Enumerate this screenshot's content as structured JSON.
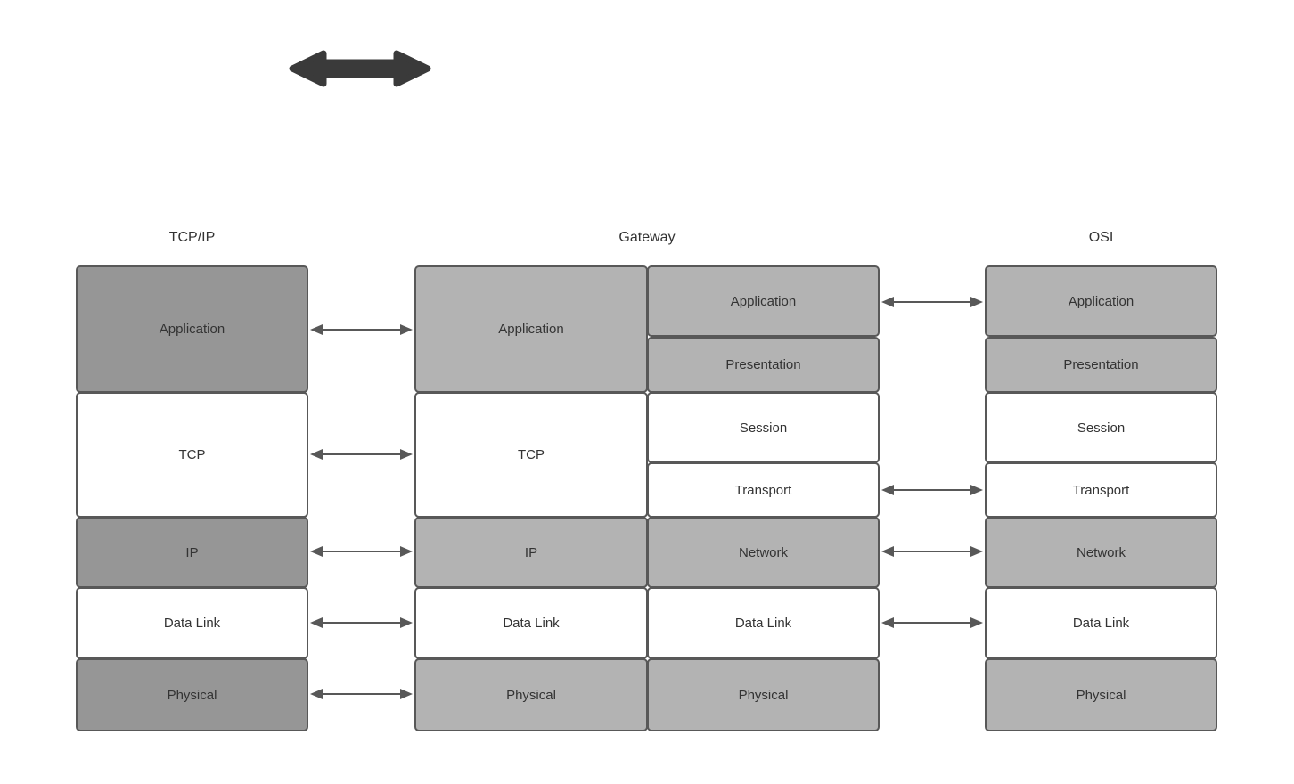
{
  "diagram": {
    "title_top_arrow": "bidirectional-arrow",
    "colors": {
      "dark_gray_fill": "#969696",
      "light_gray_fill": "#b3b3b3",
      "white_fill": "#ffffff",
      "border": "#585858",
      "text": "#333333",
      "block_arrow": "#3a3a3a",
      "background": "#ffffff"
    },
    "columns": [
      {
        "id": "tcpip",
        "title": "TCP/IP",
        "layers": [
          {
            "label": "Application",
            "fill": "dark"
          },
          {
            "label": "TCP",
            "fill": "white"
          },
          {
            "label": "IP",
            "fill": "dark"
          },
          {
            "label": "Data Link",
            "fill": "white"
          },
          {
            "label": "Physical",
            "fill": "dark"
          }
        ]
      },
      {
        "id": "gateway",
        "title": "Gateway",
        "left_sub": [
          {
            "label": "Application",
            "fill": "light"
          },
          {
            "label": "TCP",
            "fill": "white"
          },
          {
            "label": "IP",
            "fill": "light"
          },
          {
            "label": "Data Link",
            "fill": "white"
          },
          {
            "label": "Physical",
            "fill": "light"
          }
        ],
        "right_sub": [
          {
            "label": "Application",
            "fill": "light"
          },
          {
            "label": "Presentation",
            "fill": "light"
          },
          {
            "label": "Session",
            "fill": "white"
          },
          {
            "label": "Transport",
            "fill": "white"
          },
          {
            "label": "Network",
            "fill": "light"
          },
          {
            "label": "Data Link",
            "fill": "white"
          },
          {
            "label": "Physical",
            "fill": "light"
          }
        ]
      },
      {
        "id": "osi",
        "title": "OSI",
        "layers": [
          {
            "label": "Application",
            "fill": "light"
          },
          {
            "label": "Presentation",
            "fill": "light"
          },
          {
            "label": "Session",
            "fill": "white"
          },
          {
            "label": "Transport",
            "fill": "white"
          },
          {
            "label": "Network",
            "fill": "light"
          },
          {
            "label": "Data Link",
            "fill": "white"
          },
          {
            "label": "Physical",
            "fill": "light"
          }
        ]
      }
    ],
    "left_connectors": [
      {
        "name": "connector-application",
        "icon": "double-arrow-icon"
      },
      {
        "name": "connector-tcp",
        "icon": "double-arrow-icon"
      },
      {
        "name": "connector-ip",
        "icon": "double-arrow-icon"
      },
      {
        "name": "connector-data-link",
        "icon": "double-arrow-icon"
      },
      {
        "name": "connector-physical",
        "icon": "double-arrow-icon"
      }
    ],
    "right_connectors": [
      {
        "name": "connector-application",
        "icon": "double-arrow-icon"
      },
      {
        "name": "connector-transport",
        "icon": "double-arrow-icon"
      },
      {
        "name": "connector-network",
        "icon": "double-arrow-icon"
      },
      {
        "name": "connector-data-link",
        "icon": "double-arrow-icon"
      }
    ]
  }
}
